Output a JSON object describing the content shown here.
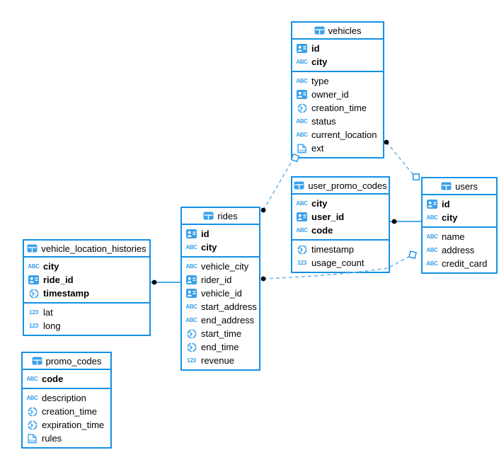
{
  "diagram": {
    "tables": [
      {
        "name": "vehicles",
        "primary_fields": [
          {
            "name": "id",
            "type": "id"
          },
          {
            "name": "city",
            "type": "string"
          }
        ],
        "fields": [
          {
            "name": "type",
            "type": "string"
          },
          {
            "name": "owner_id",
            "type": "id"
          },
          {
            "name": "creation_time",
            "type": "timestamp"
          },
          {
            "name": "status",
            "type": "string"
          },
          {
            "name": "current_location",
            "type": "string"
          },
          {
            "name": "ext",
            "type": "json"
          }
        ]
      },
      {
        "name": "user_promo_codes",
        "primary_fields": [
          {
            "name": "city",
            "type": "string"
          },
          {
            "name": "user_id",
            "type": "id"
          },
          {
            "name": "code",
            "type": "string"
          }
        ],
        "fields": [
          {
            "name": "timestamp",
            "type": "timestamp"
          },
          {
            "name": "usage_count",
            "type": "number"
          }
        ]
      },
      {
        "name": "users",
        "primary_fields": [
          {
            "name": "id",
            "type": "id"
          },
          {
            "name": "city",
            "type": "string"
          }
        ],
        "fields": [
          {
            "name": "name",
            "type": "string"
          },
          {
            "name": "address",
            "type": "string"
          },
          {
            "name": "credit_card",
            "type": "string"
          }
        ]
      },
      {
        "name": "rides",
        "primary_fields": [
          {
            "name": "id",
            "type": "id"
          },
          {
            "name": "city",
            "type": "string"
          }
        ],
        "fields": [
          {
            "name": "vehicle_city",
            "type": "string"
          },
          {
            "name": "rider_id",
            "type": "id"
          },
          {
            "name": "vehicle_id",
            "type": "id"
          },
          {
            "name": "start_address",
            "type": "string"
          },
          {
            "name": "end_address",
            "type": "string"
          },
          {
            "name": "start_time",
            "type": "timestamp"
          },
          {
            "name": "end_time",
            "type": "timestamp"
          },
          {
            "name": "revenue",
            "type": "number"
          }
        ]
      },
      {
        "name": "vehicle_location_histories",
        "primary_fields": [
          {
            "name": "city",
            "type": "string"
          },
          {
            "name": "ride_id",
            "type": "id"
          },
          {
            "name": "timestamp",
            "type": "timestamp"
          }
        ],
        "fields": [
          {
            "name": "lat",
            "type": "number"
          },
          {
            "name": "long",
            "type": "number"
          }
        ]
      },
      {
        "name": "promo_codes",
        "primary_fields": [
          {
            "name": "code",
            "type": "string"
          }
        ],
        "fields": [
          {
            "name": "description",
            "type": "string"
          },
          {
            "name": "creation_time",
            "type": "timestamp"
          },
          {
            "name": "expiration_time",
            "type": "timestamp"
          },
          {
            "name": "rules",
            "type": "json"
          }
        ]
      }
    ],
    "relationships": [
      {
        "from": "rides",
        "to": "vehicles",
        "style": "dashed"
      },
      {
        "from": "vehicles",
        "to": "users",
        "style": "dashed"
      },
      {
        "from": "user_promo_codes",
        "to": "users",
        "style": "solid"
      },
      {
        "from": "rides",
        "to": "users",
        "style": "dashed"
      },
      {
        "from": "vehicle_location_histories",
        "to": "rides",
        "style": "solid"
      }
    ],
    "icon_types": {
      "table": "table-icon",
      "id": "id-icon",
      "string": "string-type-icon",
      "timestamp": "timestamp-icon",
      "number": "number-type-icon",
      "json": "json-icon"
    },
    "icon_labels": {
      "string": "ABC",
      "number": "123",
      "json": "JSON"
    },
    "colors": {
      "table_border": "#1390e5",
      "icon_blue": "#3aa0e8",
      "dashed_line": "#6cb8ee",
      "connector_dot": "#000000",
      "text": "#000000",
      "background": "#ffffff"
    }
  }
}
